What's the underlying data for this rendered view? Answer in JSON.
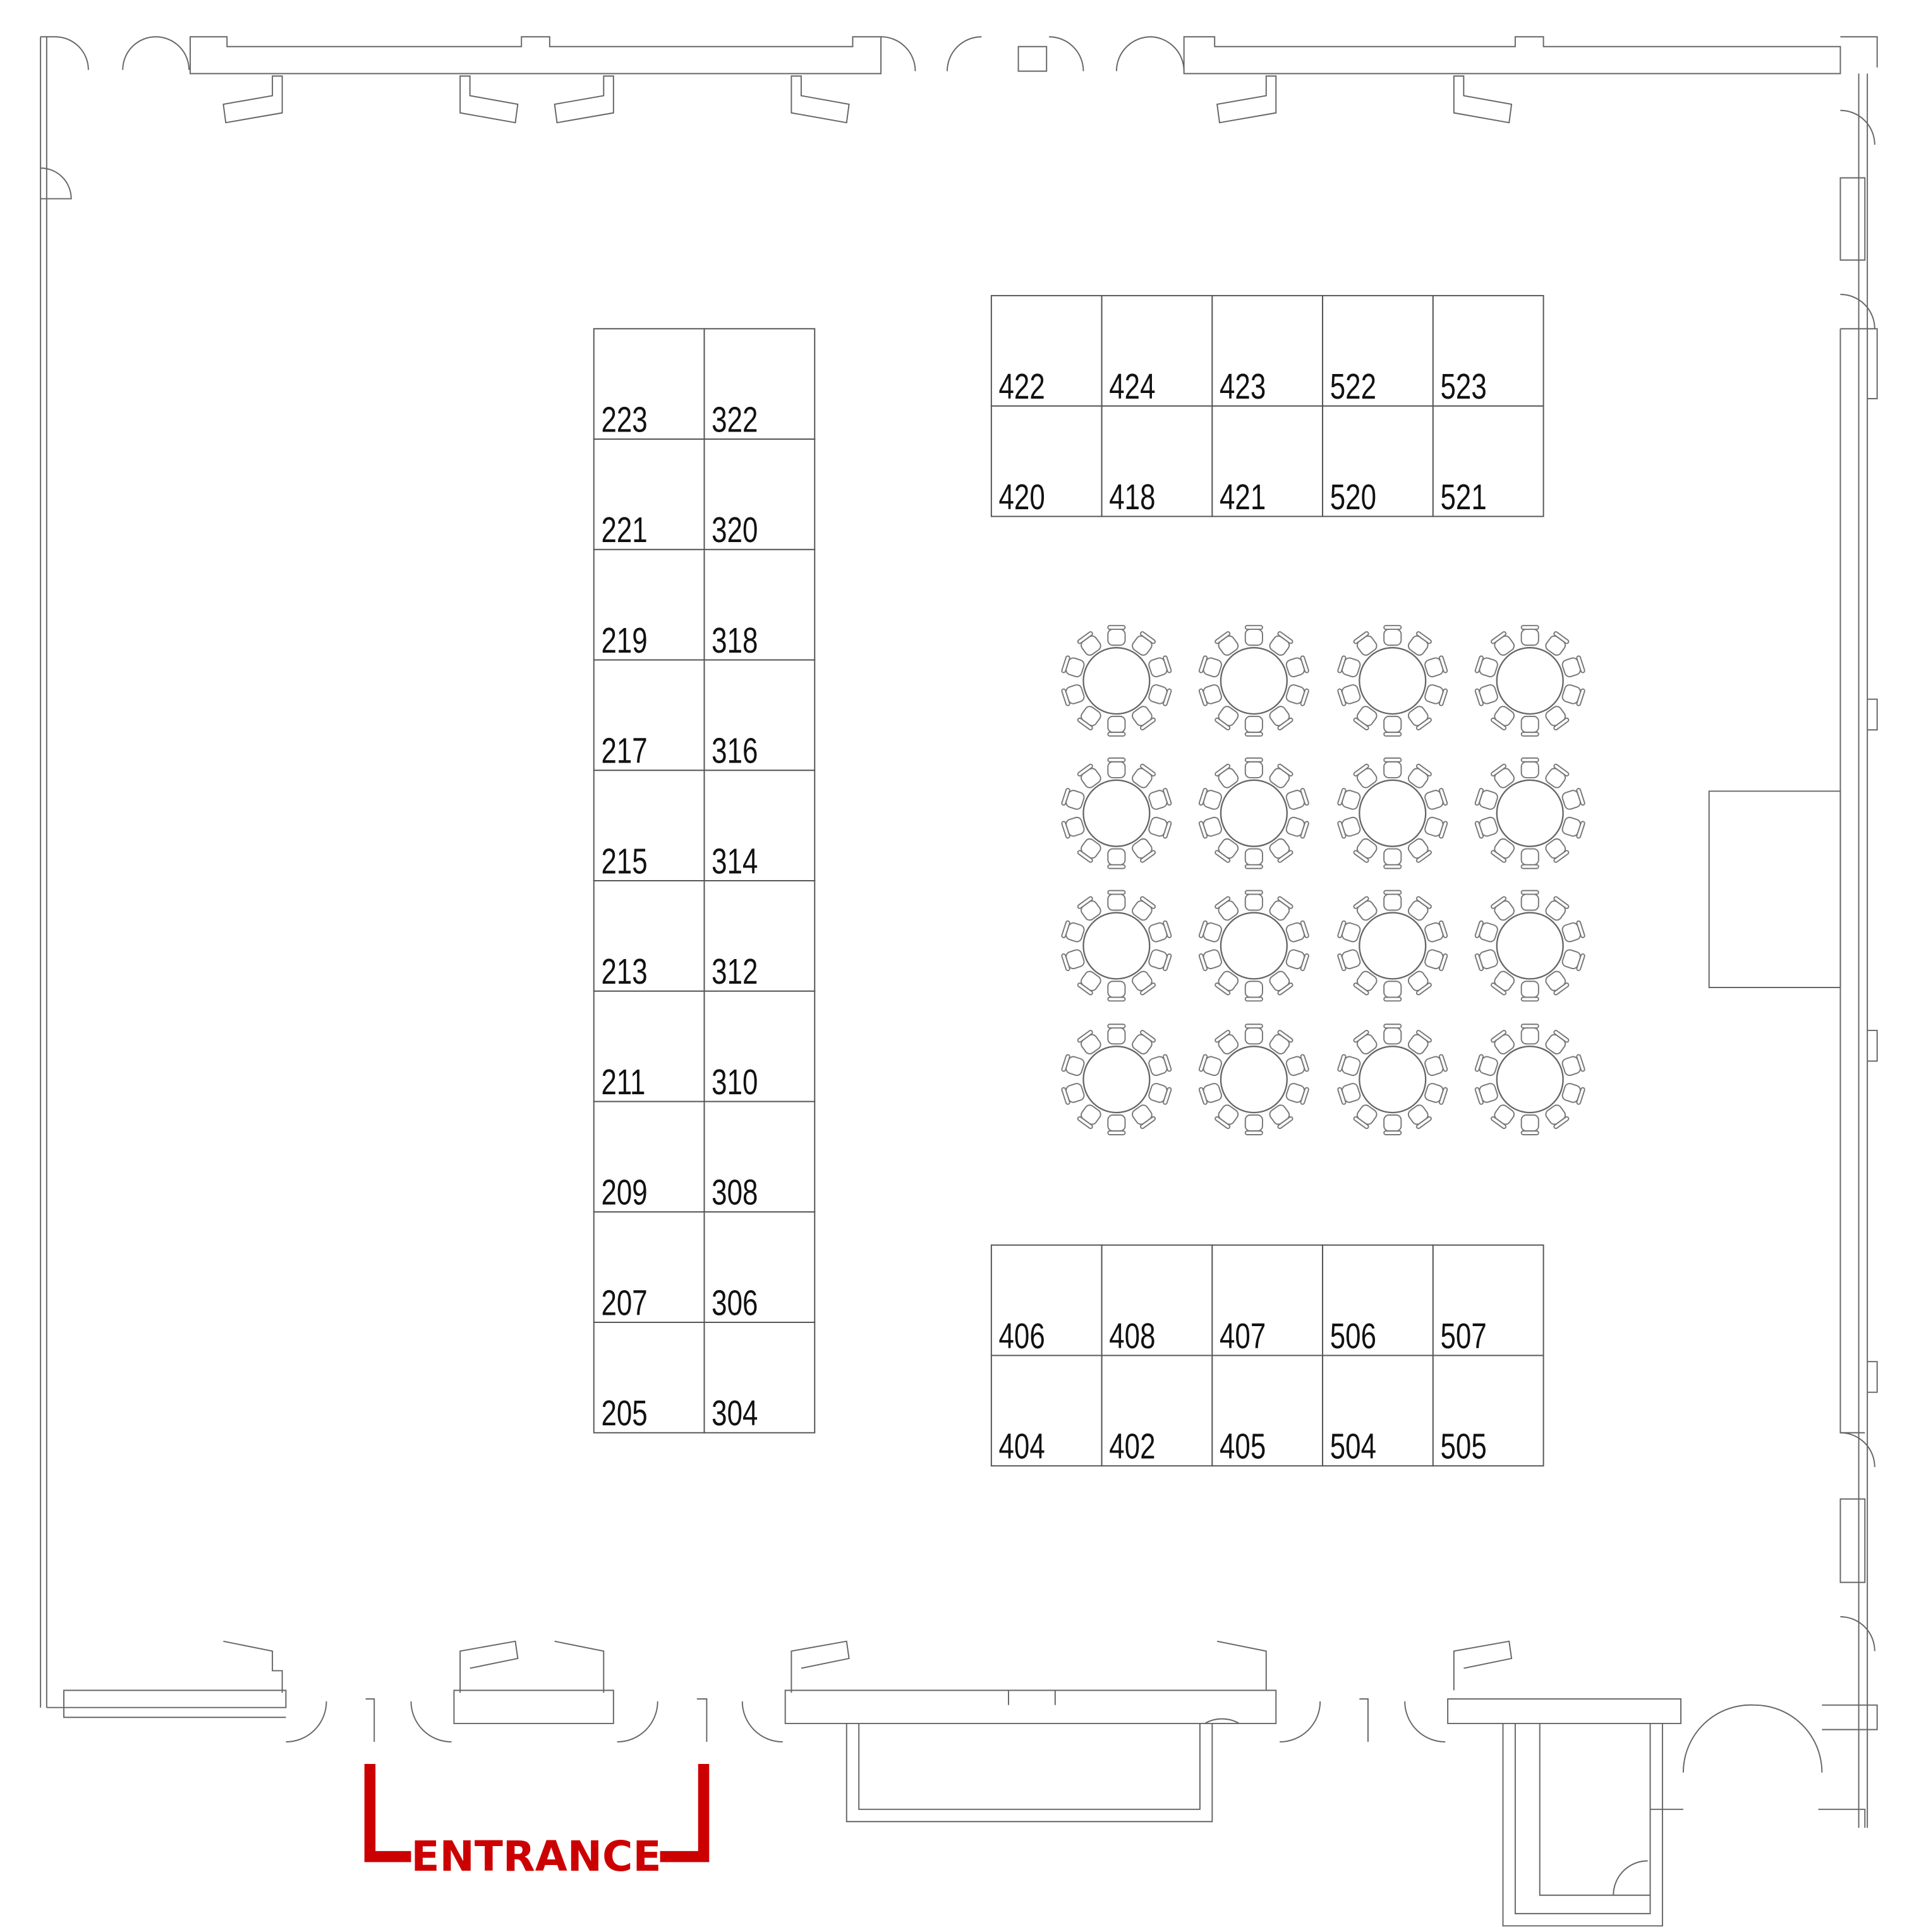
{
  "floorplan": {
    "booth_blocks": [
      {
        "name": "booth-block-left",
        "columns": 2,
        "rows": [
          [
            "223",
            "322"
          ],
          [
            "221",
            "320"
          ],
          [
            "219",
            "318"
          ],
          [
            "217",
            "316"
          ],
          [
            "215",
            "314"
          ],
          [
            "213",
            "312"
          ],
          [
            "211",
            "310"
          ],
          [
            "209",
            "308"
          ],
          [
            "207",
            "306"
          ],
          [
            "205",
            "304"
          ]
        ]
      },
      {
        "name": "booth-block-top-right",
        "columns": 5,
        "rows": [
          [
            "422",
            "424",
            "423",
            "522",
            "523"
          ],
          [
            "420",
            "418",
            "421",
            "520",
            "521"
          ]
        ]
      },
      {
        "name": "booth-block-bottom-right",
        "columns": 5,
        "rows": [
          [
            "406",
            "408",
            "407",
            "506",
            "507"
          ],
          [
            "404",
            "402",
            "405",
            "504",
            "505"
          ]
        ]
      }
    ],
    "round_tables": {
      "rows": 4,
      "columns": 4,
      "chairs_per_table": 10
    },
    "entrance": {
      "label": "ENTRANCE",
      "color": "#CC0000"
    }
  }
}
